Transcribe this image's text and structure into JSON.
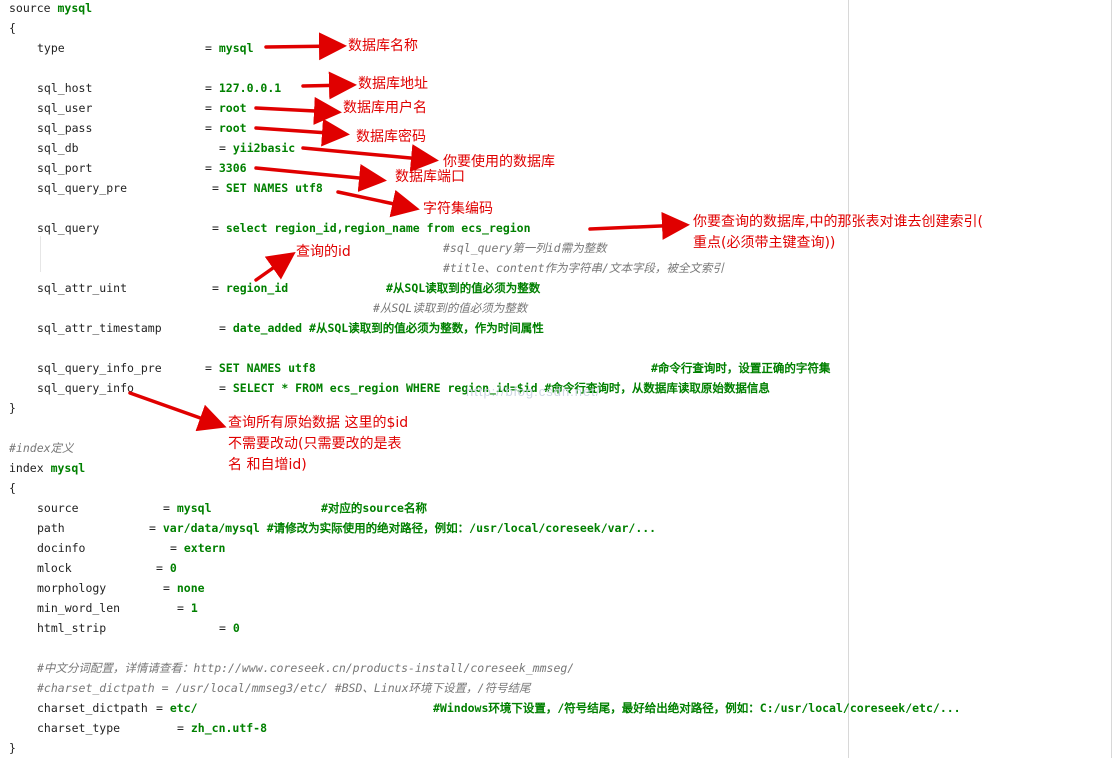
{
  "lines": [
    {
      "key": "source",
      "val": "mysql",
      "kind": "header"
    },
    {
      "key": "{",
      "kind": "brace"
    },
    {
      "key": "type",
      "eq": "=",
      "val": "mysql"
    },
    {
      "key": "sql_host",
      "eq": "=",
      "val": "127.0.0.1"
    },
    {
      "key": "sql_user",
      "eq": "=",
      "val": "root"
    },
    {
      "key": "sql_pass",
      "eq": "=",
      "val": "root"
    },
    {
      "key": "sql_db",
      "eq": "=",
      "val": "yii2basic"
    },
    {
      "key": "sql_port",
      "eq": "=",
      "val": "3306"
    },
    {
      "key": "sql_query_pre",
      "eq": "=",
      "val": "SET NAMES utf8"
    },
    {
      "key": "sql_query",
      "eq": "=",
      "val": "select region_id,region_name from ecs_region"
    },
    {
      "cmt": "#sql_query第一列id需为整数"
    },
    {
      "cmt": "#title、content作为字符串/文本字段，被全文索引"
    },
    {
      "key": "sql_attr_uint",
      "eq": "=",
      "val": "region_id",
      "comment": "#从SQL读取到的值必须为整数"
    },
    {
      "cmt": "#从SQL读取到的值必须为整数"
    },
    {
      "key": "sql_attr_timestamp",
      "eq": "=",
      "val": "date_added #从SQL读取到的值必须为整数，作为时间属性"
    },
    {
      "key": "sql_query_info_pre",
      "eq": "=",
      "val": "SET NAMES utf8",
      "comment": "#命令行查询时，设置正确的字符集"
    },
    {
      "key": "sql_query_info",
      "eq": "=",
      "val": "SELECT * FROM ecs_region WHERE region_id=$id #命令行查询时，从数据库读取原始数据信息"
    },
    {
      "key": "}",
      "kind": "brace"
    },
    {
      "cmt": "#index定义"
    },
    {
      "key": "index",
      "val": "mysql",
      "kind": "header"
    },
    {
      "key": "{",
      "kind": "brace"
    },
    {
      "key": "source",
      "eq": "=",
      "val": "mysql",
      "comment": "#对应的source名称"
    },
    {
      "key": "path",
      "eq": "=",
      "val": "var/data/mysql #请修改为实际使用的绝对路径，例如：/usr/local/coreseek/var/..."
    },
    {
      "key": "docinfo",
      "eq": "=",
      "val": "extern"
    },
    {
      "key": "mlock",
      "eq": "=",
      "val": "0"
    },
    {
      "key": "morphology",
      "eq": "=",
      "val": "none"
    },
    {
      "key": "min_word_len",
      "eq": "=",
      "val": "1"
    },
    {
      "key": "html_strip",
      "eq": "=",
      "val": "0"
    },
    {
      "cmt": "#中文分词配置，详情请查看：http://www.coreseek.cn/products-install/coreseek_mmseg/"
    },
    {
      "cmt": "#charset_dictpath = /usr/local/mmseg3/etc/ #BSD、Linux环境下设置，/符号结尾"
    },
    {
      "key": "charset_dictpath",
      "eq": "=",
      "val": "etc/",
      "comment": "#Windows环境下设置，/符号结尾，最好给出绝对路径，例如：C:/usr/local/coreseek/etc/..."
    },
    {
      "key": "charset_type",
      "eq": "=",
      "val": "zh_cn.utf-8"
    },
    {
      "key": "}",
      "kind": "brace"
    }
  ],
  "annotations": {
    "a1": "数据库名称",
    "a2": "数据库地址",
    "a3": "数据库用户名",
    "a4": "数据库密码",
    "a5": "你要使用的数据库",
    "a6": "数据库端口",
    "a7": "字符集编码",
    "a8_1": "你要查询的数据库,中的那张表对谁去创建索引(",
    "a8_2": "重点(必须带主键查询))",
    "a9": "查询的id",
    "a10_1": "查询所有原始数据  这里的$id",
    "a10_2": "不需要改动(只需要改的是表",
    "a10_3": "名 和自增id)"
  },
  "watermark": "http://blog.csdn.net/",
  "colors": {
    "annotation": "#e00000",
    "value": "#008000",
    "comment": "#777777"
  }
}
